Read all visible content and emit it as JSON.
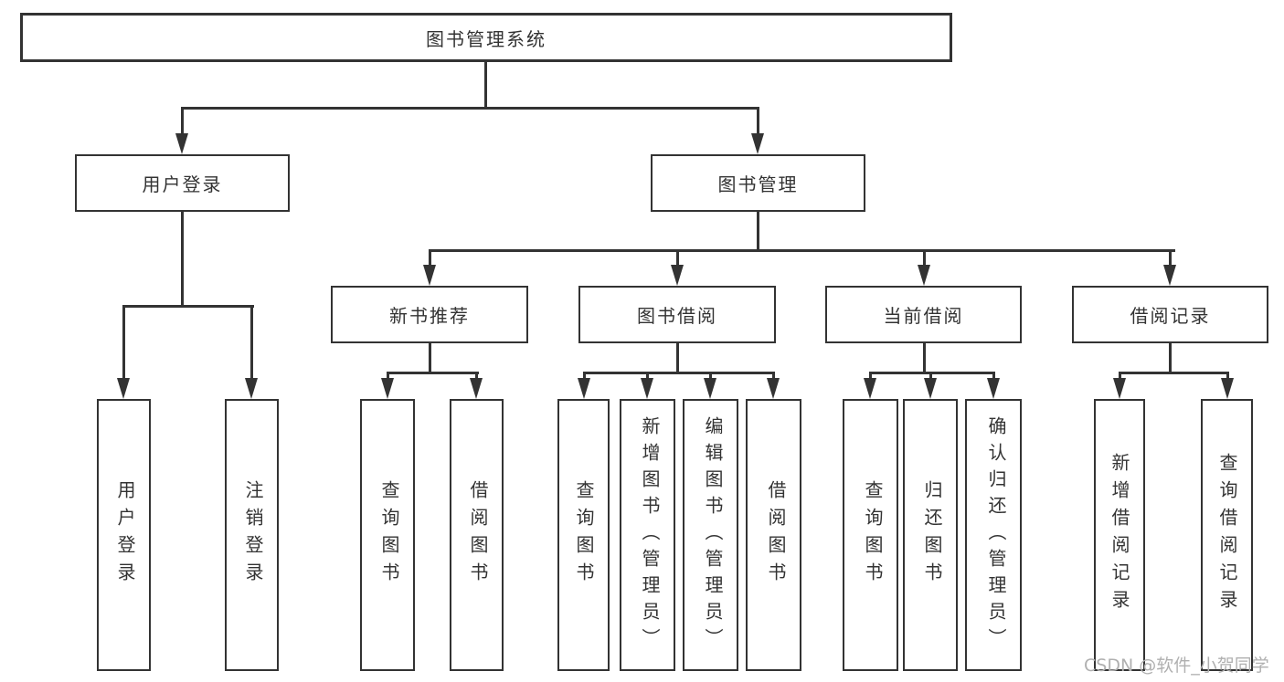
{
  "diagram": {
    "root": {
      "label": "图书管理系统"
    },
    "level1": [
      {
        "label": "用户登录"
      },
      {
        "label": "图书管理"
      }
    ],
    "level2": [
      {
        "label": "新书推荐"
      },
      {
        "label": "图书借阅"
      },
      {
        "label": "当前借阅"
      },
      {
        "label": "借阅记录"
      }
    ],
    "leaves": [
      {
        "label": "用户登录"
      },
      {
        "label": "注销登录"
      },
      {
        "label": "查询图书"
      },
      {
        "label": "借阅图书"
      },
      {
        "label": "查询图书"
      },
      {
        "label": "新增图书（管理员）"
      },
      {
        "label": "编辑图书（管理员）"
      },
      {
        "label": "借阅图书"
      },
      {
        "label": "查询图书"
      },
      {
        "label": "归还图书"
      },
      {
        "label": "确认归还（管理员）"
      },
      {
        "label": "新增借阅记录"
      },
      {
        "label": "查询借阅记录"
      }
    ],
    "watermark": "CSDN @软件_小贺同学",
    "colors": {
      "line": "#333333",
      "text": "#333333",
      "watermark": "#b0b0b0",
      "background": "#ffffff"
    }
  }
}
